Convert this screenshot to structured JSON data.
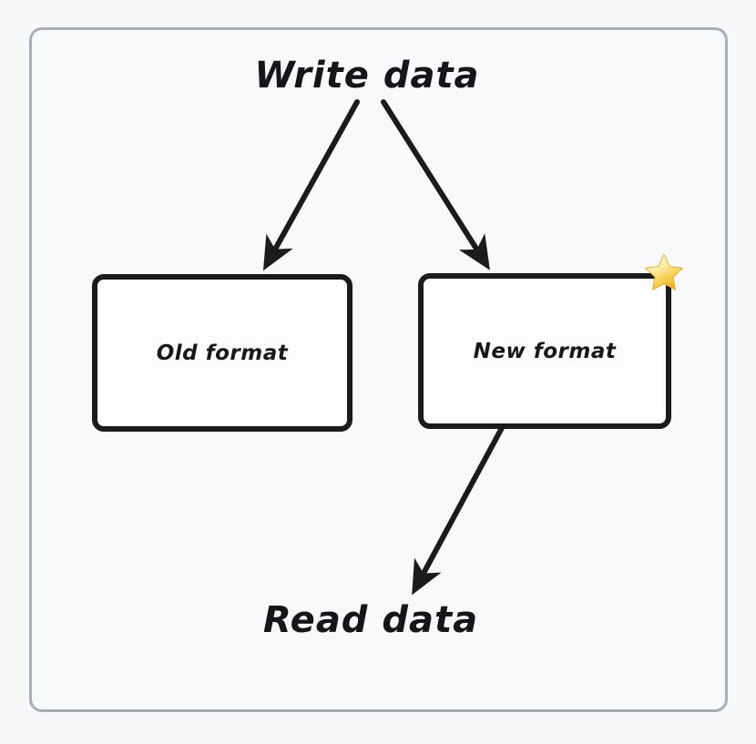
{
  "diagram": {
    "title_top": "Write data",
    "title_bottom": "Read data",
    "frame": {
      "border_color": "#a7adbb",
      "background_color": "#f8f9fb"
    },
    "page_edge_color": "#f3dfc0",
    "nodes": [
      {
        "id": "old-format",
        "label": "Old format",
        "border_color": "#1b1b1d",
        "fill_color": "#fdfdfd",
        "badge": null
      },
      {
        "id": "new-format",
        "label": "New format",
        "border_color": "#1b1b1d",
        "fill_color": "#fdfdfd",
        "badge": "star-icon"
      }
    ],
    "edges": [
      {
        "id": "write-to-old",
        "from": "Write data",
        "to": "Old format",
        "style": "solid-arrow",
        "color": "#1b1b1d"
      },
      {
        "id": "write-to-new",
        "from": "Write data",
        "to": "New format",
        "style": "solid-arrow",
        "color": "#1b1b1d"
      },
      {
        "id": "new-to-read",
        "from": "New format",
        "to": "Read data",
        "style": "solid-arrow",
        "color": "#1b1b1d"
      }
    ],
    "badge_colors": {
      "star_light": "#fff6c4",
      "star_mid": "#f7cf47",
      "star_dark": "#eead1e"
    }
  }
}
